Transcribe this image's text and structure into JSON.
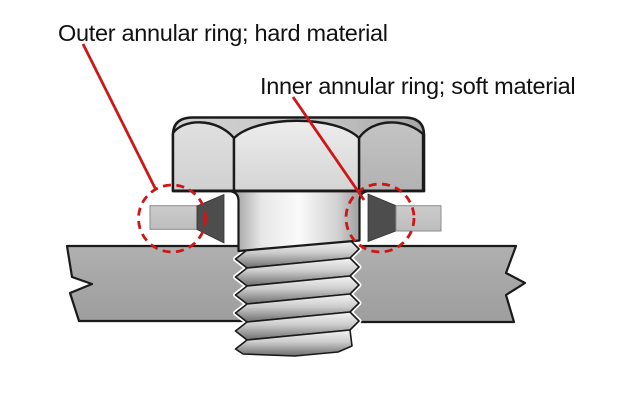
{
  "diagram": {
    "title": "Bolted joint with annular rings",
    "background": "#ffffff",
    "labels": {
      "outer": "Outer annular ring; hard material",
      "inner": "Inner annular ring; soft material"
    },
    "colors": {
      "accent": "#cf1616",
      "outer_ring": "#c6c6c6",
      "inner_ring": "#4d4d4d",
      "plate": "#a9a9a9",
      "outline": "#1a1a1a"
    },
    "parts": {
      "bolt_head": "hex bolt head",
      "bolt_shank": "bolt shank",
      "bolt_threads": "bolt threads",
      "plate_left": "clamped plate (left, broken-out section)",
      "plate_right": "clamped plate (right, broken-out section)",
      "outer_ring": "outer annular ring cross-section",
      "inner_ring": "inner annular ring cross-section"
    }
  }
}
